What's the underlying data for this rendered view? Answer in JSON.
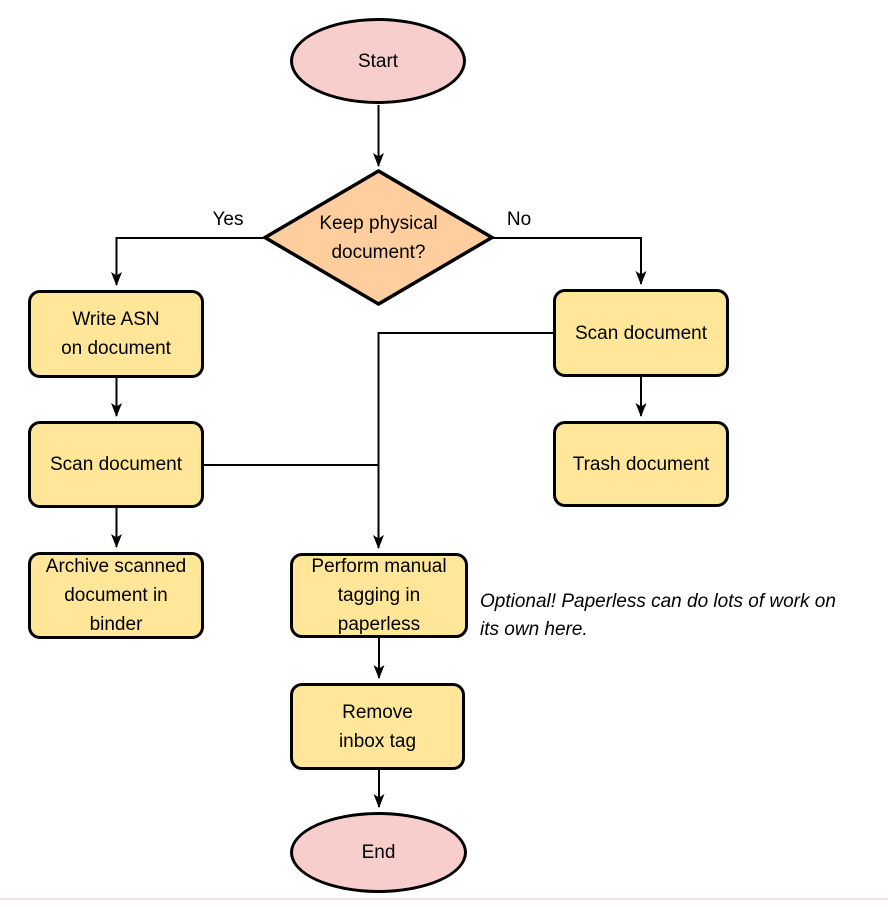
{
  "diagram": {
    "type": "flowchart",
    "nodes": {
      "start": {
        "label": "Start",
        "shape": "terminal"
      },
      "decision": {
        "label": [
          "Keep physical",
          "document?"
        ],
        "shape": "decision"
      },
      "write_asn": {
        "label": [
          "Write ASN",
          "on document"
        ],
        "shape": "process"
      },
      "scan_left": {
        "label": "Scan document",
        "shape": "process"
      },
      "archive": {
        "label": [
          "Archive scanned",
          "document in",
          "binder"
        ],
        "shape": "process"
      },
      "scan_right": {
        "label": "Scan document",
        "shape": "process"
      },
      "trash": {
        "label": "Trash document",
        "shape": "process"
      },
      "tagging": {
        "label": [
          "Perform manual",
          "tagging in",
          "paperless"
        ],
        "shape": "process"
      },
      "remove_inbox": {
        "label": [
          "Remove",
          "inbox tag"
        ],
        "shape": "process"
      },
      "end": {
        "label": "End",
        "shape": "terminal"
      }
    },
    "edge_labels": {
      "yes": "Yes",
      "no": "No"
    },
    "annotation": {
      "lines": [
        "Optional! Paperless can do lots of work on",
        "its own here."
      ]
    },
    "colors": {
      "terminal_fill": "#f8cecc",
      "decision_fill": "#ffce9f",
      "process_fill": "#ffe699",
      "stroke": "#000000"
    }
  }
}
